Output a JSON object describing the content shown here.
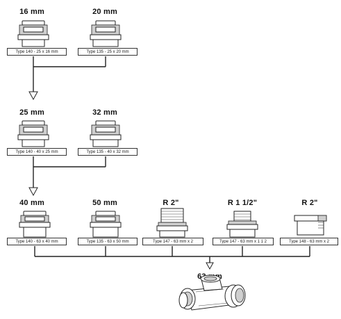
{
  "rows": [
    {
      "items": [
        {
          "size": "16 mm",
          "type": "Type 140 - 25 x 16 mm"
        },
        {
          "size": "20 mm",
          "type": "Type 135 - 25 x 20 mm"
        }
      ]
    },
    {
      "items": [
        {
          "size": "25 mm",
          "type": "Type 140 - 40 x 25 mm"
        },
        {
          "size": "32 mm",
          "type": "Type 135 - 40 x 32 mm"
        }
      ]
    },
    {
      "items": [
        {
          "size": "40 mm",
          "type": "Type 140 - 63 x 40 mm"
        },
        {
          "size": "50 mm",
          "type": "Type 135 - 63 x 50 mm"
        },
        {
          "size": "R 2\"",
          "type": "Type 147 - 63 mm x 2"
        },
        {
          "size": "R 1 1/2\"",
          "type": "Type 147 - 63 mm x 1 1 2"
        },
        {
          "size": "R 2\"",
          "type": "Type 148 - 63 mm x 2"
        }
      ]
    }
  ],
  "result": {
    "size": "63 mm"
  }
}
